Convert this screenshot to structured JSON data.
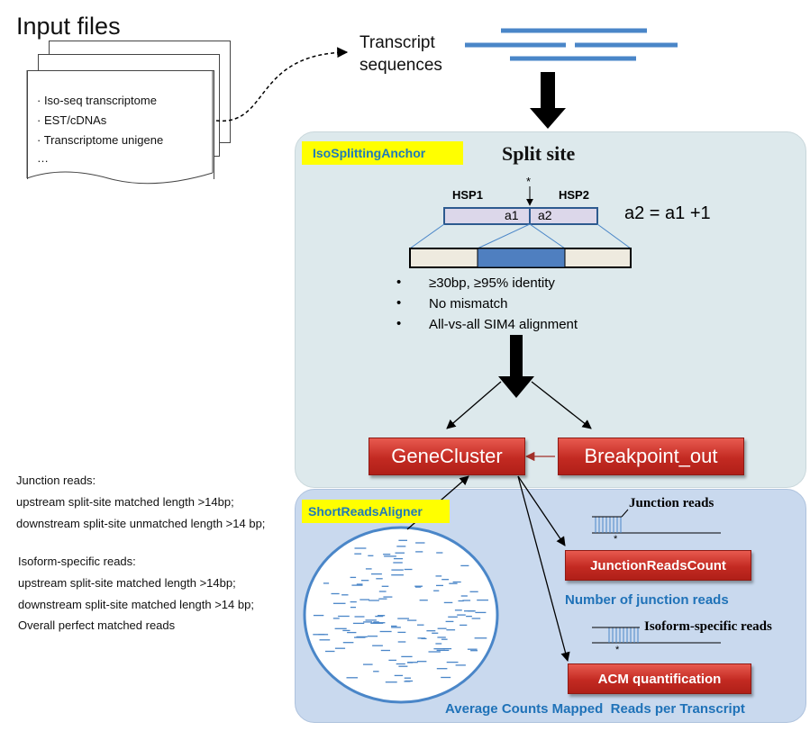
{
  "input": {
    "title": "Input files",
    "items": [
      "· Iso-seq transcriptome",
      "· EST/cDNAs",
      "· Transcriptome unigene",
      "…"
    ]
  },
  "transcript": {
    "label_line1": "Transcript",
    "label_line2": "sequences"
  },
  "iso_panel": {
    "tag": "IsoSplittingAnchor",
    "split_title": "Split site",
    "asterisk": "*",
    "hsp1": "HSP1",
    "hsp2": "HSP2",
    "a1": "a1",
    "a2": "a2",
    "equation": "a2 = a1 +1",
    "criteria": [
      "≥30bp, ≥95% identity",
      "No mismatch",
      "All-vs-all SIM4 alignment"
    ],
    "bullet": "•"
  },
  "nodes": {
    "gene_cluster": "GeneCluster",
    "breakpoint": "Breakpoint_out",
    "junction_count": "JunctionReadsCount",
    "acm": "ACM quantification"
  },
  "short_panel": {
    "tag": "ShortReadsAligner",
    "junction_reads_label": "Junction reads",
    "isoform_reads_label": "Isoform-specific reads",
    "num_junction": "Number of junction reads",
    "avg_counts": "Average Counts Mapped  Reads per Transcript",
    "asterisk": "*"
  },
  "notes": {
    "junction_title": "Junction reads:",
    "junction_lines": [
      "upstream split-site matched length >14bp;",
      "downstream split-site unmatched length >14 bp;"
    ],
    "isoform_title": "Isoform-specific reads:",
    "isoform_lines": [
      "upstream split-site matched length >14bp;",
      "downstream split-site matched length >14 bp;",
      "Overall perfect matched reads"
    ]
  },
  "colors": {
    "panel_top": "#dde9ec",
    "panel_bottom": "#c9d9ee",
    "red_node": "#c32a22",
    "blue_text": "#1f72b8",
    "tag_yellow": "#ffff00",
    "line_blue": "#4a86c8"
  }
}
